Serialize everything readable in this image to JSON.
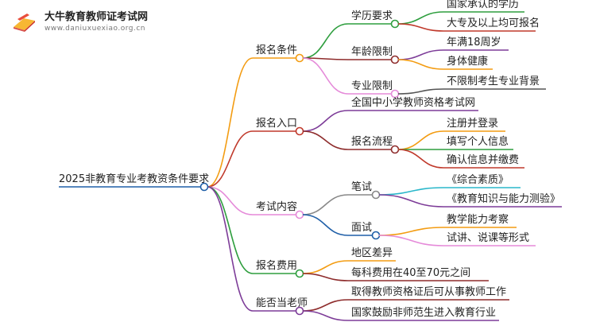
{
  "brand": {
    "name": "大牛教育教师证考试网",
    "url": "www.daniuxuexiao.org.cn",
    "logo_icon": "book-pencil-logo-icon"
  },
  "mindmap": {
    "root": "2025非教育专业考教资条件要求",
    "branches": [
      {
        "label": "报名条件",
        "color": "#f39c12",
        "children": [
          {
            "label": "学历要求",
            "color": "#2e9e3e",
            "children": [
              {
                "label": "国家承认的学历",
                "color": "#2e9e3e"
              },
              {
                "label": "大专及以上均可报名",
                "color": "#c0392b"
              }
            ]
          },
          {
            "label": "年龄限制",
            "color": "#8e2c2c",
            "children": [
              {
                "label": "年满18周岁",
                "color": "#7d3c98"
              },
              {
                "label": "身体健康",
                "color": "#f39c12"
              }
            ]
          },
          {
            "label": "专业限制",
            "color": "#e58ad9",
            "children": [
              {
                "label": "不限制考生专业背景",
                "color": "#555555"
              }
            ]
          }
        ]
      },
      {
        "label": "报名入口",
        "color": "#c0392b",
        "children": [
          {
            "label": "全国中小学教师资格考试网",
            "color": "#7d3c98",
            "children": []
          },
          {
            "label": "报名流程",
            "color": "#8e2c2c",
            "children": [
              {
                "label": "注册并登录",
                "color": "#f39c12"
              },
              {
                "label": "填写个人信息",
                "color": "#2e9e3e"
              },
              {
                "label": "确认信息并缴费",
                "color": "#c0392b"
              }
            ]
          }
        ]
      },
      {
        "label": "考试内容",
        "color": "#e58ad9",
        "children": [
          {
            "label": "笔试",
            "color": "#888888",
            "children": [
              {
                "label": "《综合素质》",
                "color": "#2ab7ca"
              },
              {
                "label": "《教育知识与能力测验》",
                "color": "#7d3c98"
              }
            ]
          },
          {
            "label": "面试",
            "color": "#1f5fa8",
            "children": [
              {
                "label": "教学能力考察",
                "color": "#f39c12"
              },
              {
                "label": "试讲、说课等形式",
                "color": "#e58ad9"
              }
            ]
          }
        ]
      },
      {
        "label": "报名费用",
        "color": "#2e9e3e",
        "children": [
          {
            "label": "地区差异",
            "color": "#f39c12",
            "children": []
          },
          {
            "label": "每科费用在40至70元之间",
            "color": "#8e2c2c",
            "children": []
          }
        ]
      },
      {
        "label": "能否当老师",
        "color": "#7d3c98",
        "children": [
          {
            "label": "取得教师资格证后可从事教师工作",
            "color": "#8e2c2c",
            "children": []
          },
          {
            "label": "国家鼓励非师范生进入教育行业",
            "color": "#7d3c98",
            "children": []
          }
        ]
      }
    ]
  }
}
